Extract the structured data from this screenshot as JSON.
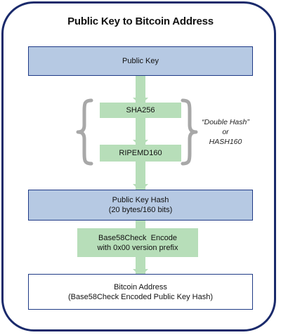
{
  "title": "Public Key to Bitcoin Address",
  "steps": {
    "public_key": "Public Key",
    "sha256": "SHA256",
    "ripemd160": "RIPEMD160",
    "public_key_hash_line1": "Public Key Hash",
    "public_key_hash_line2": "(20 bytes/160 bits)",
    "base58_line1": "Base58Check  Encode",
    "base58_line2": "with 0x00 version prefix",
    "bitcoin_address_line1": "Bitcoin Address",
    "bitcoin_address_line2": "(Base58Check Encoded Public Key Hash)"
  },
  "annotation": {
    "line1": "“Double Hash”",
    "line2": "or",
    "line3": "HASH160"
  },
  "colors": {
    "frame": "#1a2a6b",
    "blue_box": "#b6c9e3",
    "green_box": "#b7deb9",
    "border": "#1f3a86"
  }
}
